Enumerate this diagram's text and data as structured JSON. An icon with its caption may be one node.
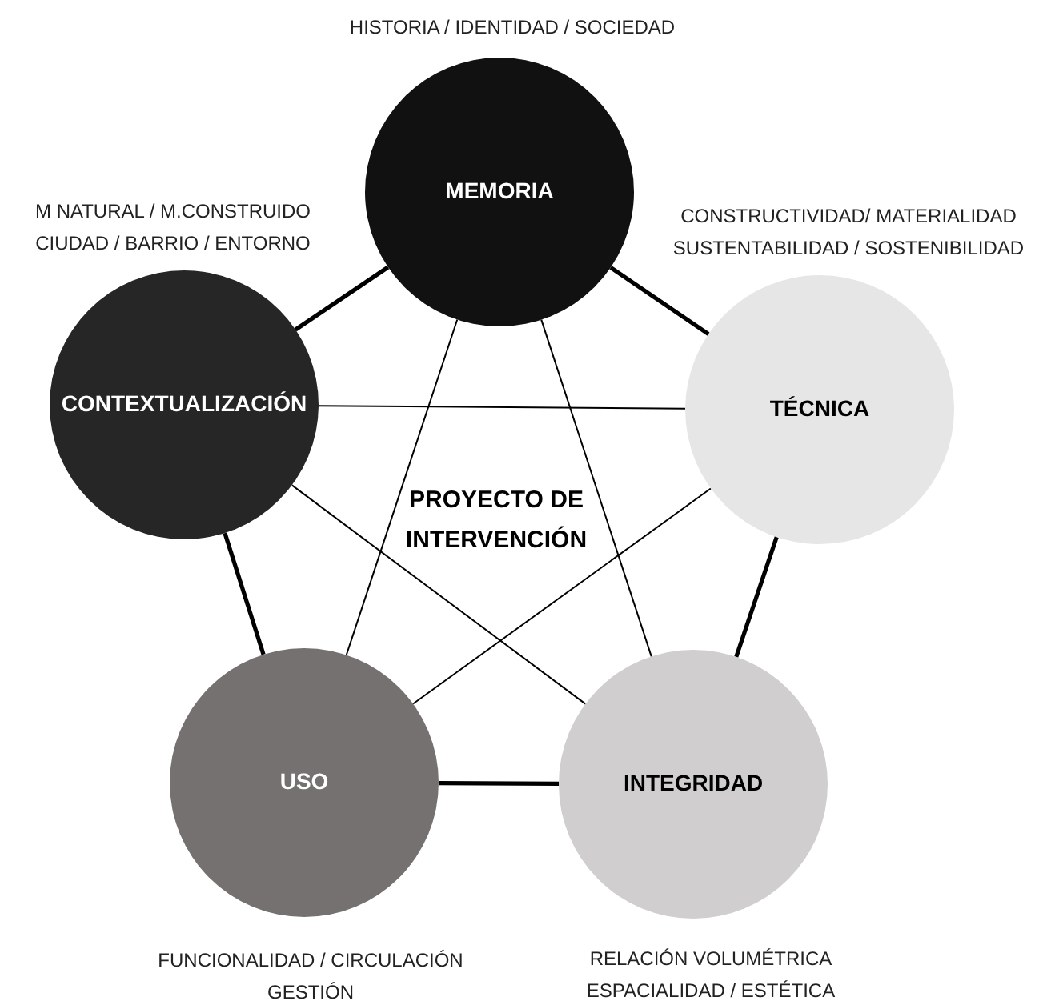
{
  "diagram": {
    "nodes": [
      {
        "text": [
          "MEMORIA"
        ],
        "beside": [
          "HISTORIA / IDENTIDAD / SOCIEDAD"
        ]
      },
      {
        "text": [
          "CONTEXTUALIZACIÓN"
        ],
        "beside": [
          "M NATURAL / M.CONSTRUIDO CIUDAD / BARRIO / ENTORNO"
        ]
      },
      {
        "text": [
          "TÉCNICA"
        ],
        "beside": [
          "CONSTRUCTIVIDAD/ MATERIALIDAD SUSTENTABILIDAD / SOSTENIBILIDAD"
        ]
      },
      {
        "text": [
          "USO"
        ],
        "beside": [
          "FUNCIONALIDAD / CIRCULACIÓN GESTIÓN"
        ]
      },
      {
        "text": [
          "INTEGRIDAD"
        ],
        "beside": [
          "RELACIÓN VOLUMÉTRICA ESPACIALIDAD / ESTÉTICA"
        ]
      }
    ],
    "edges": [
      {
        "from": 0,
        "to": 1,
        "arrow": "none",
        "style": "thick"
      },
      {
        "from": 0,
        "to": 2,
        "arrow": "none",
        "style": "thick"
      },
      {
        "from": 1,
        "to": 3,
        "arrow": "none",
        "style": "thick"
      },
      {
        "from": 2,
        "to": 4,
        "arrow": "none",
        "style": "thick"
      },
      {
        "from": 3,
        "to": 4,
        "arrow": "none",
        "style": "thick"
      },
      {
        "from": 0,
        "to": 3,
        "arrow": "none"
      },
      {
        "from": 0,
        "to": 4,
        "arrow": "none"
      },
      {
        "from": 1,
        "to": 2,
        "arrow": "none"
      },
      {
        "from": 1,
        "to": 4,
        "arrow": "none"
      },
      {
        "from": 2,
        "to": 3,
        "arrow": "none"
      }
    ],
    "labels": [
      "PROYECTO DE INTERVENCIÓN"
    ]
  }
}
